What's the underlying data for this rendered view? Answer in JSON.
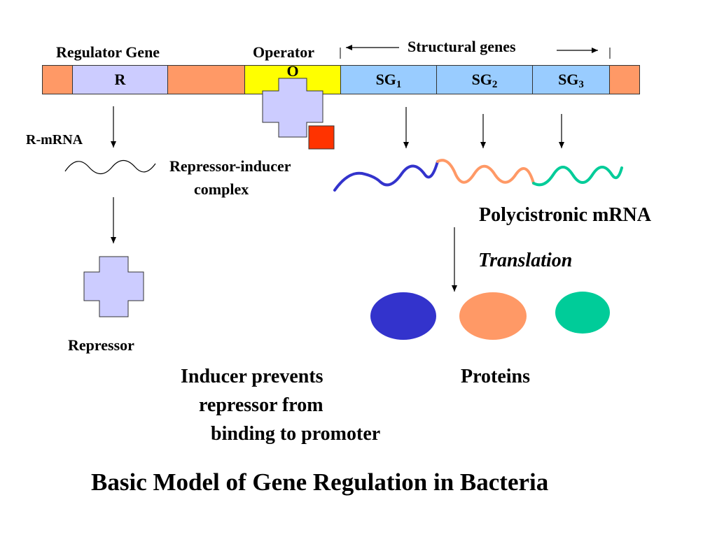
{
  "colors": {
    "spacer": "#FF9966",
    "regulator": "#CCCCFF",
    "operator": "#FFFF00",
    "structural": "#99CCFF",
    "inducer": "#FF3300",
    "sg1": "#3333CC",
    "sg2": "#FF9966",
    "sg3": "#00CC99"
  },
  "labels": {
    "regulator_gene": "Regulator Gene",
    "operator": "Operator",
    "structural_genes": "Structural genes",
    "r_mrna": "R-mRNA",
    "repressor_inducer_line1": "Repressor-inducer",
    "repressor_inducer_line2": "complex",
    "polycistronic": "Polycistronic mRNA",
    "translation": "Translation",
    "repressor": "Repressor",
    "inducer_line1": "Inducer prevents",
    "inducer_line2": "repressor from",
    "inducer_line3": "binding to promoter",
    "proteins": "Proteins",
    "title": "Basic Model of Gene Regulation in Bacteria"
  },
  "dna": {
    "r": "R",
    "o": "O",
    "sg": "SG",
    "sg1_sub": "1",
    "sg2_sub": "2",
    "sg3_sub": "3"
  }
}
